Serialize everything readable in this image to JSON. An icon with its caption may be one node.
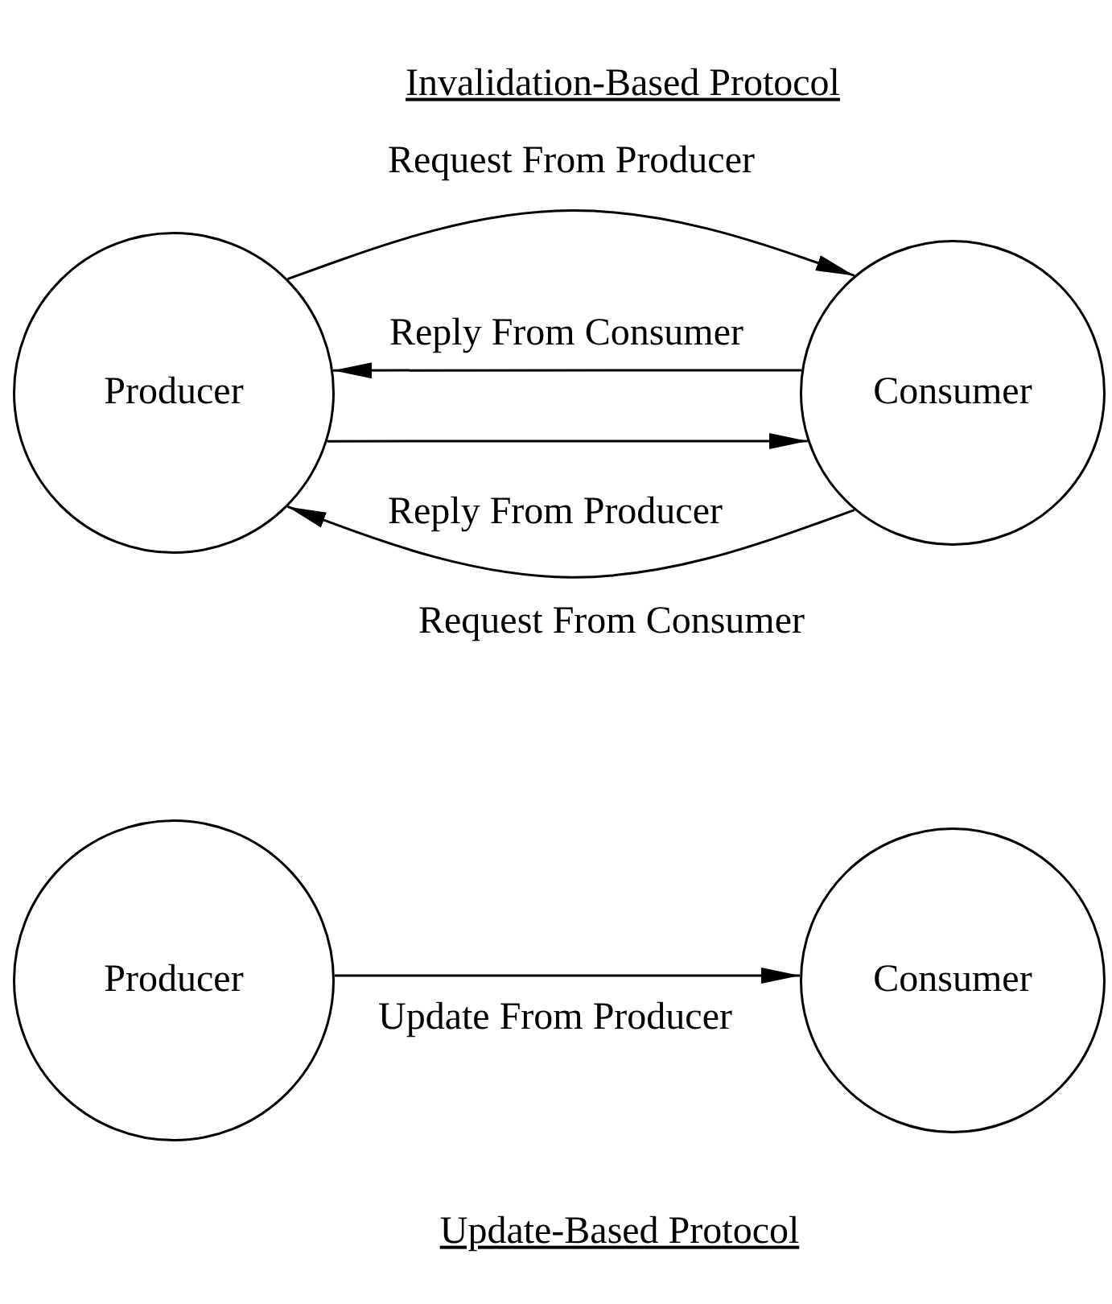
{
  "diagram": {
    "title": "Invalidation-Based Protocol",
    "caption": "Update-Based Protocol",
    "nodes": [
      {
        "text": [
          "Producer"
        ]
      },
      {
        "text": [
          "Consumer"
        ]
      },
      {
        "text": [
          "Producer"
        ]
      },
      {
        "text": [
          "Consumer"
        ]
      }
    ],
    "edges": [
      {
        "from": 0,
        "to": 1,
        "arrow": "to",
        "label": "Request From Producer"
      },
      {
        "from": 1,
        "to": 0,
        "arrow": "to",
        "label": "Reply From Consumer"
      },
      {
        "from": 0,
        "to": 1,
        "arrow": "to",
        "label": "Reply From Producer"
      },
      {
        "from": 1,
        "to": 0,
        "arrow": "to",
        "label": "Request From Consumer"
      },
      {
        "from": 2,
        "to": 3,
        "arrow": "to",
        "label": "Update From Producer"
      }
    ]
  }
}
